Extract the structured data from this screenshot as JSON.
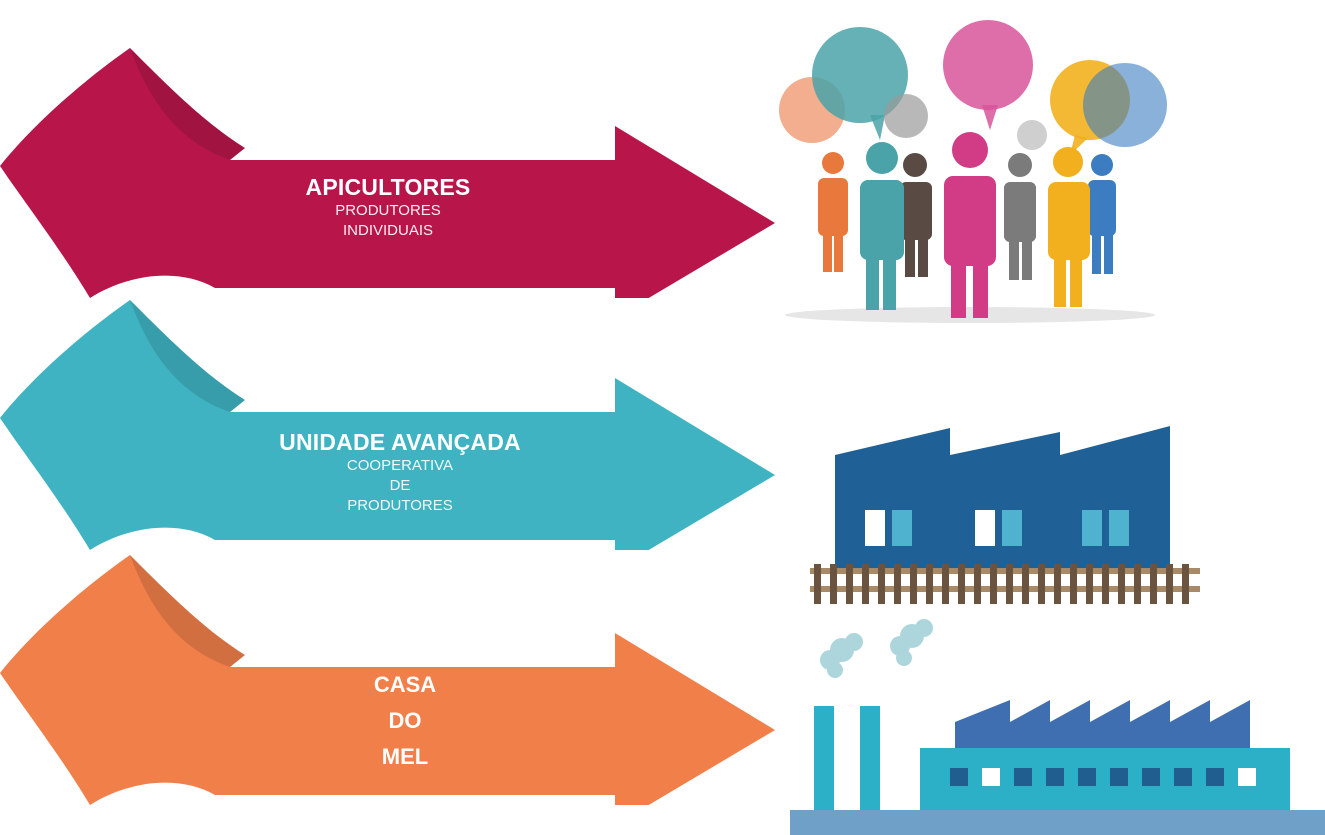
{
  "arrows": [
    {
      "id": "apicultores",
      "title": "APICULTORES",
      "subtitle_lines": [
        "PRODUTORES",
        "INDIVIDUAIS"
      ],
      "color": "#b8164a"
    },
    {
      "id": "unidade",
      "title": "UNIDADE AVANÇADA",
      "subtitle_lines": [
        "COOPERATIVA",
        "DE",
        "PRODUTORES"
      ],
      "color": "#3fb3c2"
    },
    {
      "id": "casa",
      "title_lines": [
        "CASA",
        "DO",
        "MEL"
      ],
      "color": "#f07f4a"
    }
  ],
  "illustrations": {
    "people": {
      "icon": "people-group-icon",
      "colors": [
        "#e8783c",
        "#4aa3a8",
        "#5a4a44",
        "#d23b86",
        "#7b7b7b",
        "#f2b01e",
        "#3b7dc0"
      ]
    },
    "cooperative": {
      "icon": "factory-railway-icon",
      "colors": [
        "#1f6196",
        "#8a7258"
      ]
    },
    "honey_house": {
      "icon": "factory-chimneys-icon",
      "colors": [
        "#2bb0c8",
        "#3f6fb0",
        "#6fa0c8"
      ]
    }
  }
}
